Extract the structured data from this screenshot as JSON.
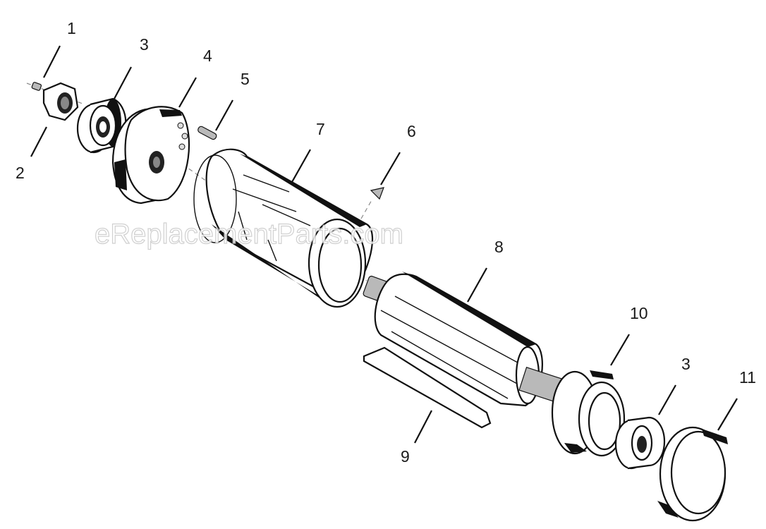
{
  "watermark": "eReplacementParts.com",
  "callouts": {
    "c1": "1",
    "c2": "2",
    "c3a": "3",
    "c4": "4",
    "c5": "5",
    "c6": "6",
    "c7": "7",
    "c8": "8",
    "c9": "9",
    "c10": "10",
    "c3b": "3",
    "c11": "11"
  }
}
